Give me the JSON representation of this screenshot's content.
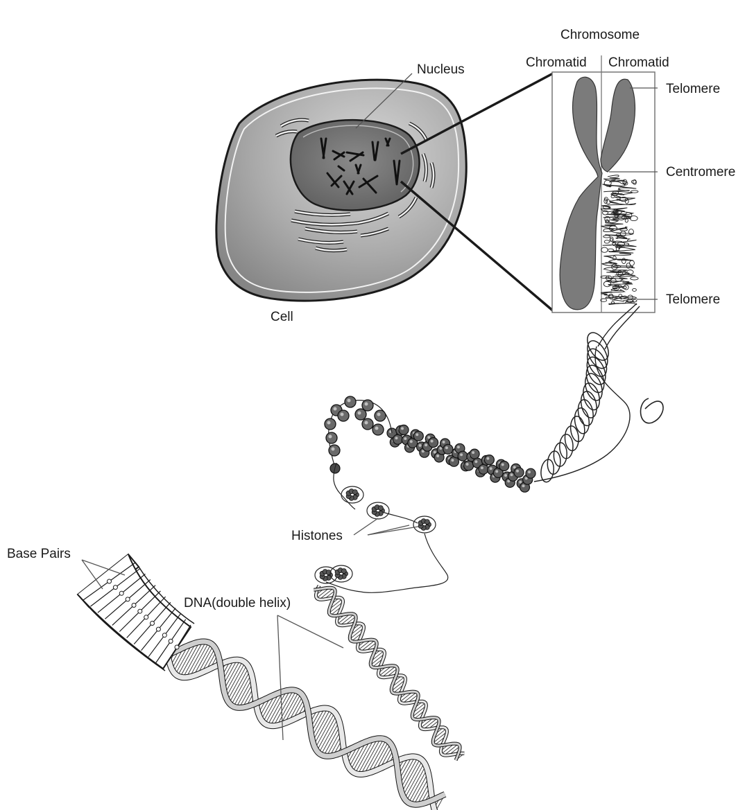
{
  "labels": {
    "chromosome": "Chromosome",
    "chromatid_left": "Chromatid",
    "chromatid_right": "Chromatid",
    "telomere_top": "Telomere",
    "centromere": "Centromere",
    "telomere_bottom": "Telomere",
    "nucleus": "Nucleus",
    "cell": "Cell",
    "histones": "Histones",
    "base_pairs": "Base Pairs",
    "dna": "DNA(double helix)"
  },
  "colors": {
    "line": "#1a1a1a",
    "cell_fill": "#9a9a9a",
    "nucleus_fill": "#6f6f6f",
    "chromatid_fill": "#7a7a7a",
    "bead_fill": "#6a6a6a",
    "background": "#ffffff"
  }
}
